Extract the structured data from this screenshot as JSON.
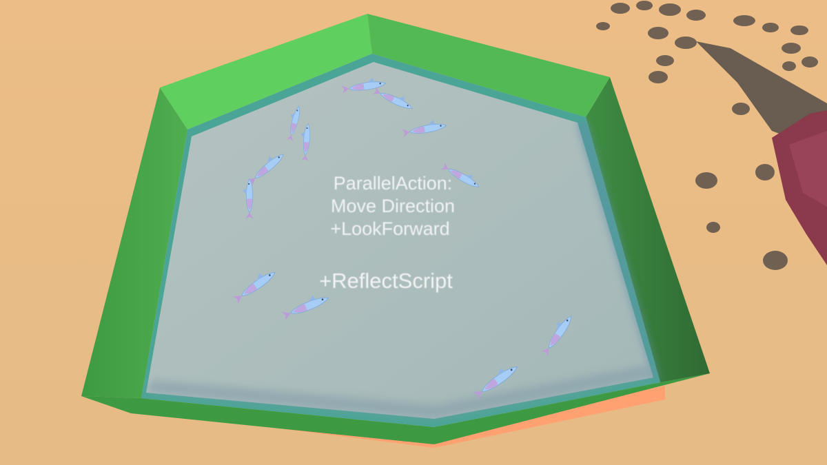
{
  "scene": {
    "kind": "3d-aquarium-tank",
    "colors": {
      "sand": "#e8bb84",
      "wall_top_light": "#5fcf60",
      "wall_inner": "#4aa84c",
      "wall_outer_dark": "#2f6b33",
      "water_floor": "#a9bcbb",
      "water_edge": "#4ba596",
      "rock": "#8b3a4a",
      "fish_body": "#9fc6f2",
      "fish_tail": "#b999d6"
    },
    "sign": {
      "line1": "ParallelAction:",
      "line2": "Move Direction",
      "line3": "+LookForward",
      "line4": "+ReflectScript"
    }
  }
}
